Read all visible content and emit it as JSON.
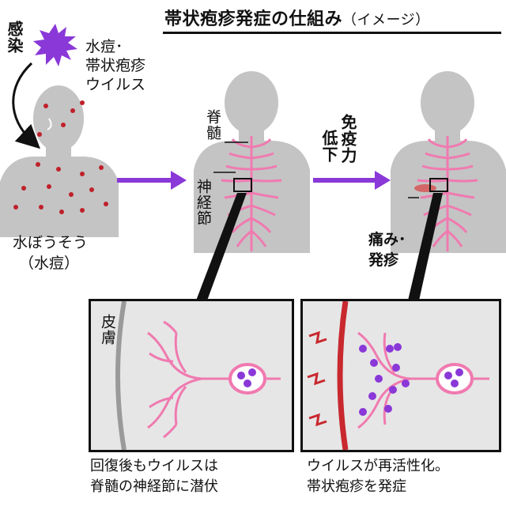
{
  "title": {
    "main": "帯状疱疹発症の仕組み",
    "sub": "（イメージ）"
  },
  "infection": {
    "label": "感染",
    "virus_name_lines": [
      "水痘･",
      "帯状疱疹",
      "ウイルス"
    ]
  },
  "stage1": {
    "name_line1": "水ぼうそう",
    "name_line2": "（水痘）"
  },
  "stage2": {
    "spinal_cord": "脊髄",
    "ganglion": "神経節"
  },
  "stage3": {
    "immunity_col1": "免疫力",
    "immunity_col2": "低下",
    "symptom_line1": "痛み･",
    "symptom_line2": "発疹"
  },
  "panel_left": {
    "skin_label": "皮膚",
    "caption_line1": "回復後もウイルスは",
    "caption_line2": "脊髄の神経節に潜伏"
  },
  "panel_right": {
    "caption_line1": "ウイルスが再活性化。",
    "caption_line2": "帯状疱疹を発症"
  },
  "colors": {
    "virus": "#8a38d8",
    "arrow": "#8a38d8",
    "nerve": "#f07ab0",
    "body": "#c4c4c4",
    "rash": "#c0202a",
    "skin_red": "#c8282e"
  }
}
